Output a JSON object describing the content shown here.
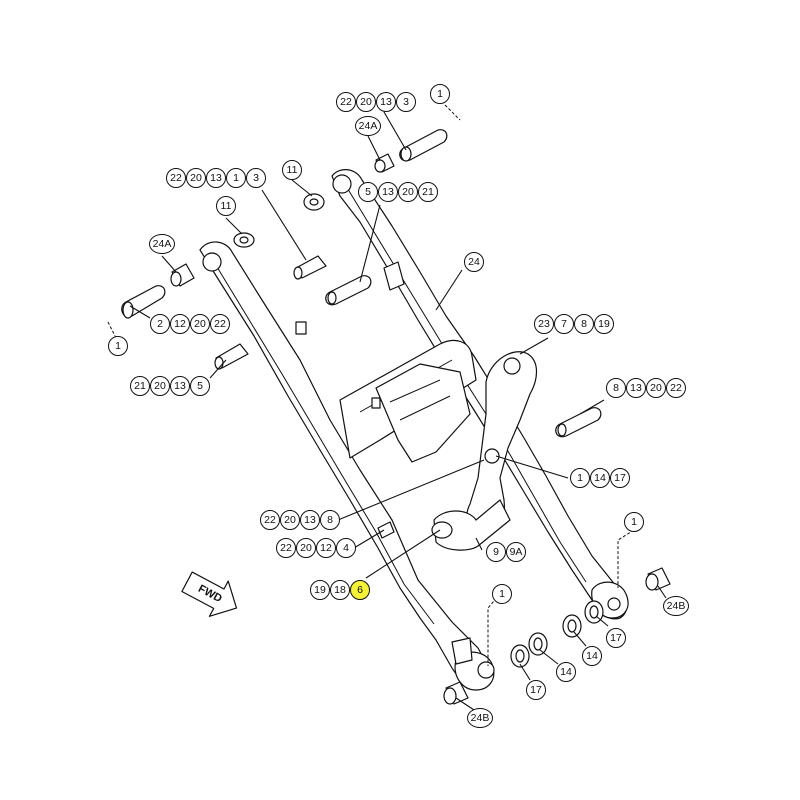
{
  "diagram": {
    "highlight_color": "#f5f23a",
    "direction_label": "FWD",
    "callout_groups": [
      {
        "id": "g-top-pin",
        "labels": [
          "22",
          "20",
          "13",
          "3"
        ]
      },
      {
        "id": "g-top-1",
        "labels": [
          "1"
        ]
      },
      {
        "id": "g-top-24a",
        "labels": [
          "24A"
        ]
      },
      {
        "id": "g-upper-11",
        "labels": [
          "11"
        ]
      },
      {
        "id": "g-upper-pin",
        "labels": [
          "22",
          "20",
          "13",
          "1",
          "3"
        ]
      },
      {
        "id": "g-upper-5",
        "labels": [
          "5",
          "13",
          "20",
          "21"
        ]
      },
      {
        "id": "g-left-11",
        "labels": [
          "11"
        ]
      },
      {
        "id": "g-left-24a",
        "labels": [
          "24A"
        ]
      },
      {
        "id": "g-frame-24",
        "labels": [
          "24"
        ]
      },
      {
        "id": "g-left-pin",
        "labels": [
          "2",
          "12",
          "20",
          "22"
        ]
      },
      {
        "id": "g-left-1",
        "labels": [
          "1"
        ]
      },
      {
        "id": "g-bell-23",
        "labels": [
          "23",
          "7",
          "8",
          "19"
        ]
      },
      {
        "id": "g-left-21",
        "labels": [
          "21",
          "20",
          "13",
          "5"
        ]
      },
      {
        "id": "g-right-8",
        "labels": [
          "8",
          "13",
          "20",
          "22"
        ]
      },
      {
        "id": "g-link-1",
        "labels": [
          "1",
          "14",
          "17"
        ]
      },
      {
        "id": "g-mid-8",
        "labels": [
          "22",
          "20",
          "13",
          "8"
        ]
      },
      {
        "id": "g-right-1",
        "labels": [
          "1"
        ]
      },
      {
        "id": "g-mid-4",
        "labels": [
          "22",
          "20",
          "12",
          "4"
        ]
      },
      {
        "id": "g-link-9",
        "labels": [
          "9",
          "9A"
        ]
      },
      {
        "id": "g-low-6",
        "labels": [
          "19",
          "18",
          "6"
        ],
        "highlight_index": 2
      },
      {
        "id": "g-right-24b",
        "labels": [
          "24B"
        ]
      },
      {
        "id": "g-low-1",
        "labels": [
          "1"
        ]
      },
      {
        "id": "g-right-17",
        "labels": [
          "17"
        ]
      },
      {
        "id": "g-right-14",
        "labels": [
          "14"
        ]
      },
      {
        "id": "g-low-14",
        "labels": [
          "14"
        ]
      },
      {
        "id": "g-low-17",
        "labels": [
          "17"
        ]
      },
      {
        "id": "g-low-24b",
        "labels": [
          "24B"
        ]
      }
    ]
  }
}
